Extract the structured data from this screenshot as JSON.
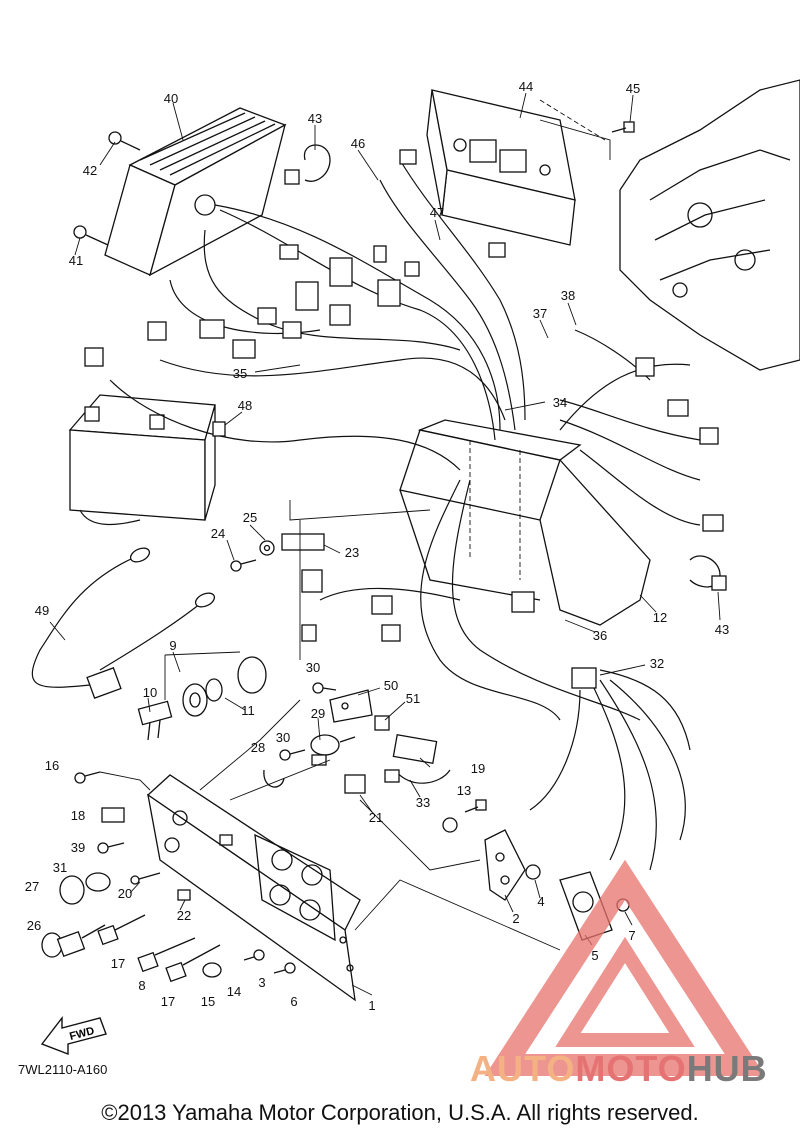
{
  "diagram": {
    "callouts": [
      {
        "id": "40",
        "label": "40"
      },
      {
        "id": "44",
        "label": "44"
      },
      {
        "id": "45",
        "label": "45"
      },
      {
        "id": "43a",
        "label": "43"
      },
      {
        "id": "46",
        "label": "46"
      },
      {
        "id": "42",
        "label": "42"
      },
      {
        "id": "47",
        "label": "47"
      },
      {
        "id": "41",
        "label": "41"
      },
      {
        "id": "38",
        "label": "38"
      },
      {
        "id": "37",
        "label": "37"
      },
      {
        "id": "35",
        "label": "35"
      },
      {
        "id": "34",
        "label": "34"
      },
      {
        "id": "48",
        "label": "48"
      },
      {
        "id": "25",
        "label": "25"
      },
      {
        "id": "24",
        "label": "24"
      },
      {
        "id": "23",
        "label": "23"
      },
      {
        "id": "49",
        "label": "49"
      },
      {
        "id": "12",
        "label": "12"
      },
      {
        "id": "43b",
        "label": "43"
      },
      {
        "id": "9",
        "label": "9"
      },
      {
        "id": "36",
        "label": "36"
      },
      {
        "id": "32",
        "label": "32"
      },
      {
        "id": "30a",
        "label": "30"
      },
      {
        "id": "50",
        "label": "50"
      },
      {
        "id": "10",
        "label": "10"
      },
      {
        "id": "11",
        "label": "11"
      },
      {
        "id": "51",
        "label": "51"
      },
      {
        "id": "29",
        "label": "29"
      },
      {
        "id": "28",
        "label": "28"
      },
      {
        "id": "30b",
        "label": "30"
      },
      {
        "id": "19",
        "label": "19"
      },
      {
        "id": "16",
        "label": "16"
      },
      {
        "id": "13",
        "label": "13"
      },
      {
        "id": "33",
        "label": "33"
      },
      {
        "id": "18",
        "label": "18"
      },
      {
        "id": "21",
        "label": "21"
      },
      {
        "id": "39",
        "label": "39"
      },
      {
        "id": "31",
        "label": "31"
      },
      {
        "id": "27",
        "label": "27"
      },
      {
        "id": "20",
        "label": "20"
      },
      {
        "id": "4",
        "label": "4"
      },
      {
        "id": "22",
        "label": "22"
      },
      {
        "id": "2",
        "label": "2"
      },
      {
        "id": "7",
        "label": "7"
      },
      {
        "id": "26",
        "label": "26"
      },
      {
        "id": "17a",
        "label": "17"
      },
      {
        "id": "5",
        "label": "5"
      },
      {
        "id": "8",
        "label": "8"
      },
      {
        "id": "3",
        "label": "3"
      },
      {
        "id": "14",
        "label": "14"
      },
      {
        "id": "17b",
        "label": "17"
      },
      {
        "id": "15",
        "label": "15"
      },
      {
        "id": "6",
        "label": "6"
      },
      {
        "id": "1",
        "label": "1"
      }
    ],
    "drawing_code": "7WL2110-A160",
    "fwd_label": "FWD",
    "watermark": {
      "part1": "AUTO",
      "part2": "MOTO",
      "part3": "HUB"
    },
    "copyright": "©2013 Yamaha Motor Corporation, U.S.A. All rights reserved.",
    "colors": {
      "ink": "#111111",
      "watermark_triangle": "#e8726b",
      "watermark_auto": "#f4b183",
      "watermark_moto": "#e57373",
      "watermark_hub": "#7a7a7a"
    }
  }
}
